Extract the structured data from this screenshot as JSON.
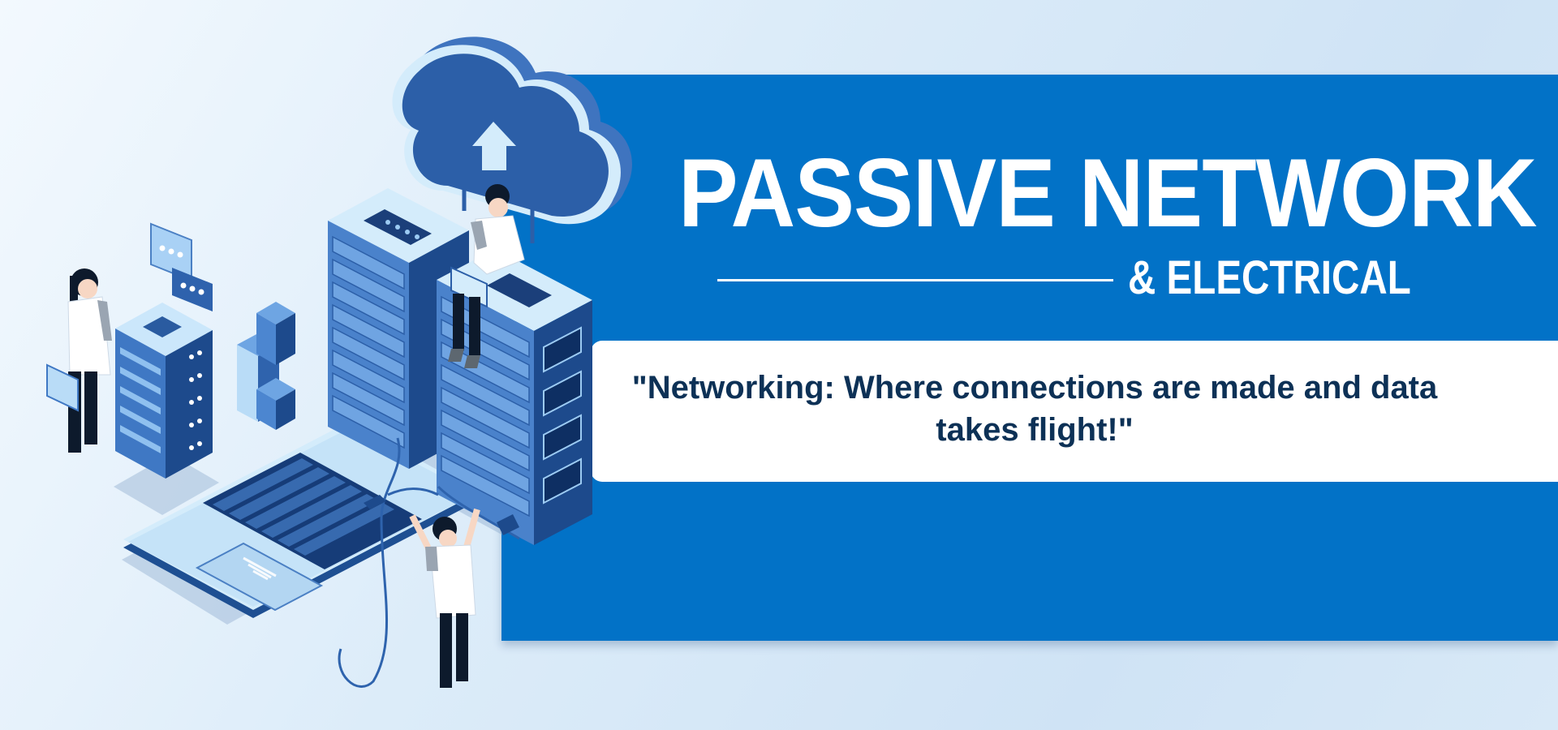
{
  "banner": {
    "title": "PASSIVE NETWORK",
    "subtitle": "& ELECTRICAL",
    "quote": "\"Networking: Where connections are made and data takes flight!\""
  },
  "illustration": {
    "icons": [
      "cloud-upload-icon",
      "chat-bubble-icon",
      "server-rack-icon",
      "laptop-icon",
      "person-icon"
    ]
  },
  "colors": {
    "panel": "#0272c7",
    "quote_text": "#0d3156",
    "title_text": "#ffffff",
    "illustration_dark": "#1d4a8c",
    "illustration_mid": "#3f78c4",
    "illustration_light": "#b9dcf7"
  }
}
